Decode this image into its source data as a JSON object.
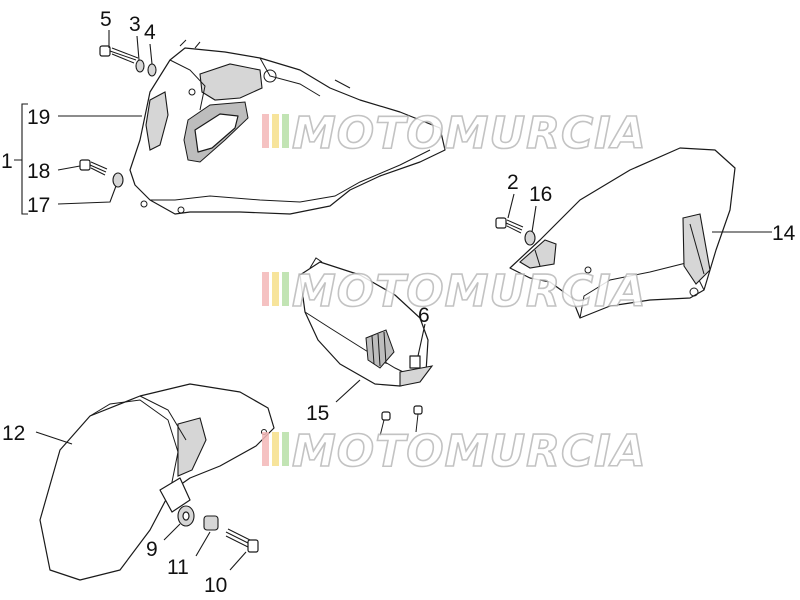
{
  "callouts": [
    {
      "id": "5",
      "text": "5"
    },
    {
      "id": "3",
      "text": "3"
    },
    {
      "id": "4",
      "text": "4"
    },
    {
      "id": "19",
      "text": "19"
    },
    {
      "id": "1",
      "text": "1"
    },
    {
      "id": "18",
      "text": "18"
    },
    {
      "id": "17",
      "text": "17"
    },
    {
      "id": "2",
      "text": "2"
    },
    {
      "id": "16",
      "text": "16"
    },
    {
      "id": "14",
      "text": "14"
    },
    {
      "id": "6",
      "text": "6"
    },
    {
      "id": "15",
      "text": "15"
    },
    {
      "id": "12",
      "text": "12"
    },
    {
      "id": "9",
      "text": "9"
    },
    {
      "id": "11",
      "text": "11"
    },
    {
      "id": "10",
      "text": "10"
    }
  ],
  "watermark": {
    "text": "MOTOMURCIA",
    "stripe_colors": [
      "#f4b8b8",
      "#f6e08a",
      "#b8e0a8"
    ]
  },
  "colors": {
    "line": "#1a1a1a",
    "shade": "#d6d6d6"
  }
}
